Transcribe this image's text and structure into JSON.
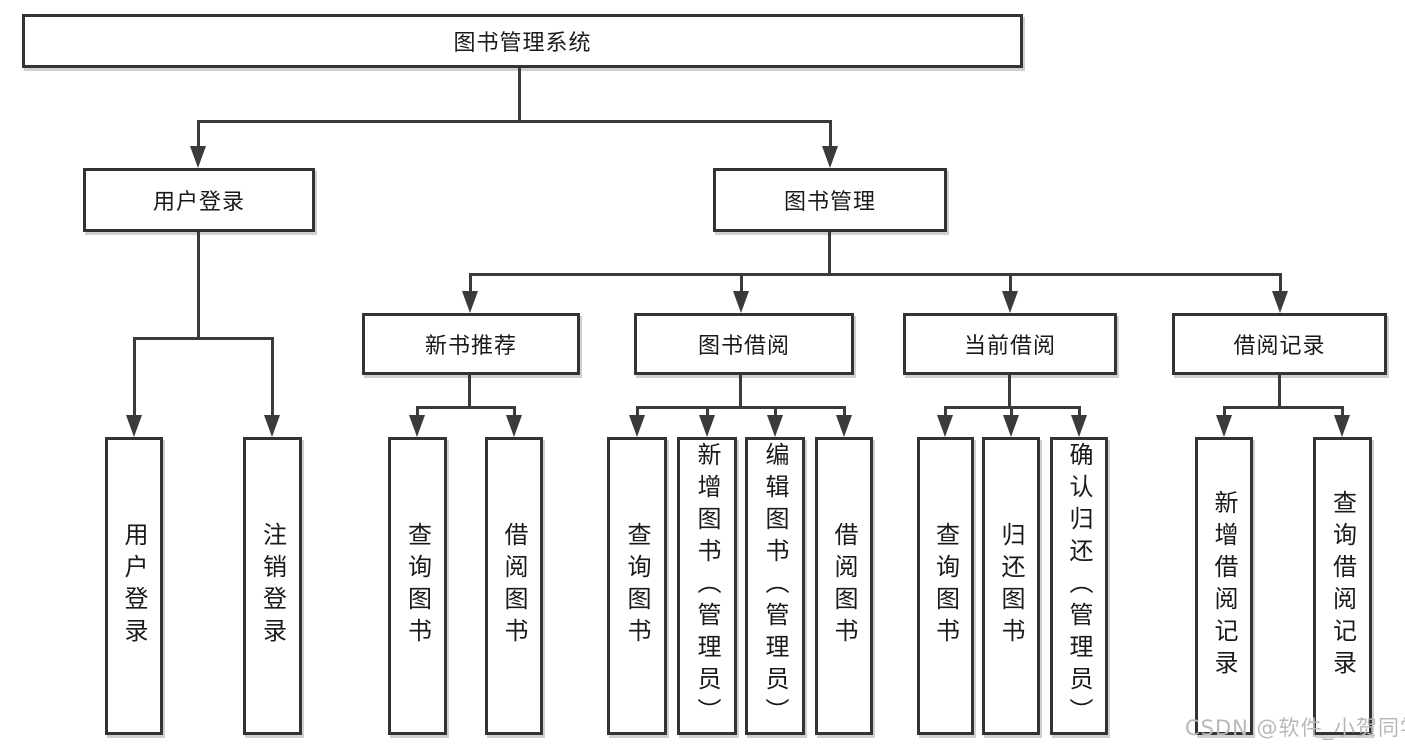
{
  "colors": {
    "line": "#3a3a3a",
    "border": "#333333",
    "text": "#1a1a1a",
    "watermark": "#b9b9b9",
    "bg": "#ffffff"
  },
  "watermark": {
    "text": "CSDN @软件_小贺同学"
  },
  "tree": {
    "root": {
      "label": "图书管理系统"
    },
    "children": [
      {
        "label": "用户登录",
        "children": [
          {
            "label": "用户登录"
          },
          {
            "label": "注销登录"
          }
        ]
      },
      {
        "label": "图书管理",
        "children": [
          {
            "label": "新书推荐",
            "children": [
              {
                "label": "查询图书"
              },
              {
                "label": "借阅图书"
              }
            ]
          },
          {
            "label": "图书借阅",
            "children": [
              {
                "label": "查询图书"
              },
              {
                "label": "新增图书（管理员）"
              },
              {
                "label": "编辑图书（管理员）"
              },
              {
                "label": "借阅图书"
              }
            ]
          },
          {
            "label": "当前借阅",
            "children": [
              {
                "label": "查询图书"
              },
              {
                "label": "归还图书"
              },
              {
                "label": "确认归还（管理员）"
              }
            ]
          },
          {
            "label": "借阅记录",
            "children": [
              {
                "label": "新增借阅记录"
              },
              {
                "label": "查询借阅记录"
              }
            ]
          }
        ]
      }
    ]
  }
}
